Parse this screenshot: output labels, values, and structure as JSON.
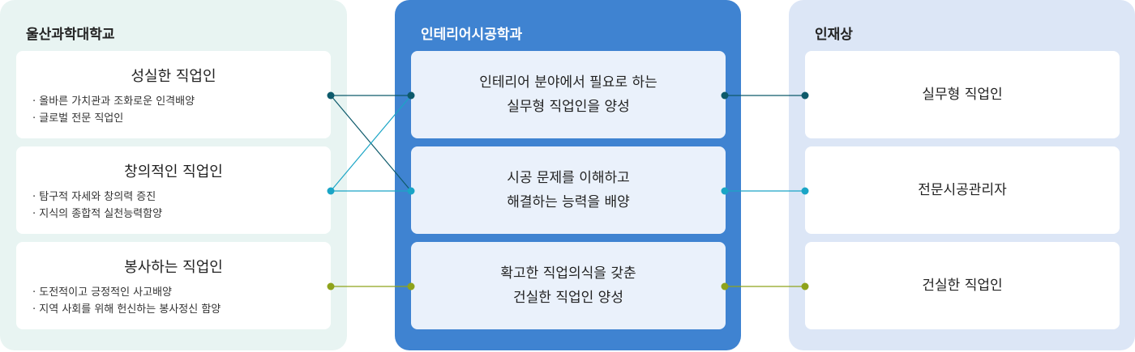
{
  "colors": {
    "line_row1": "#0d5a6b",
    "line_row2": "#1aa5c6",
    "line_row3": "#8ea31c"
  },
  "univ": {
    "title": "울산과학대학교",
    "items": [
      {
        "title": "성실한 직업인",
        "bullets": [
          "올바른 가치관과 조화로운 인격배양",
          "글로벌 전문 직업인"
        ]
      },
      {
        "title": "창의적인 직업인",
        "bullets": [
          "탐구적 자세와 창의력 증진",
          "지식의 종합적 실천능력함양"
        ]
      },
      {
        "title": "봉사하는 직업인",
        "bullets": [
          "도전적이고 긍정적인 사고배양",
          "지역 사회를 위해 헌신하는 봉사정신 함양"
        ]
      }
    ]
  },
  "dept": {
    "title": "인테리어시공학과",
    "items": [
      {
        "line1": "인테리어 분야에서 필요로 하는",
        "line2": "실무형 직업인을 양성"
      },
      {
        "line1": "시공 문제를 이해하고",
        "line2": "해결하는 능력을 배양"
      },
      {
        "line1": "확고한 직업의식을 갖춘",
        "line2": "건실한 직업인 양성"
      }
    ]
  },
  "talent": {
    "title": "인재상",
    "items": [
      "실무형 직업인",
      "전문시공관리자",
      "건실한 직업인"
    ]
  }
}
